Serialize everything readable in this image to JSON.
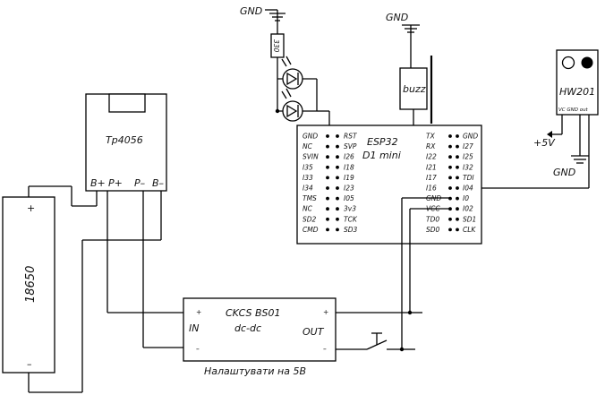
{
  "labels": {
    "gnd_top_left": "GND",
    "gnd_top_mid": "GND",
    "gnd_right": "GND",
    "resistor": "330",
    "buzzer": "buzz",
    "sensor": "HW201",
    "sensor_pins": "VC GND out",
    "vcc5": "+5V",
    "charger": "Tp4056",
    "charger_pins": [
      "B+",
      "P+",
      "P–",
      "B–"
    ],
    "battery": "18650",
    "battery_plus": "+",
    "battery_minus": "–",
    "esp_title": "ESP32",
    "esp_subtitle": "D1 mini",
    "dcdc_title": "CKCS BS01",
    "dcdc_sub": "dc-dc",
    "dcdc_in": "IN",
    "dcdc_out": "OUT",
    "dcdc_plus": "+",
    "dcdc_minus": "–",
    "dcdc_note": "Налаштувати на 5В"
  },
  "esp_pins": {
    "left_a": [
      "GND",
      "NC",
      "SVIN",
      "I35",
      "I33",
      "I34",
      "TMS",
      "NC",
      "SD2",
      "CMD"
    ],
    "left_b": [
      "RST",
      "SVP",
      "I26",
      "I18",
      "I19",
      "I23",
      "I05",
      "3v3",
      "TCK",
      "SD3"
    ],
    "right_a": [
      "TX",
      "RX",
      "I22",
      "I21",
      "I17",
      "I16",
      "GND",
      "VCC",
      "TD0",
      "SD0"
    ],
    "right_b": [
      "GND",
      "I27",
      "I25",
      "I32",
      "TDI",
      "I04",
      "I0",
      "I02",
      "SD1",
      "CLK"
    ]
  }
}
